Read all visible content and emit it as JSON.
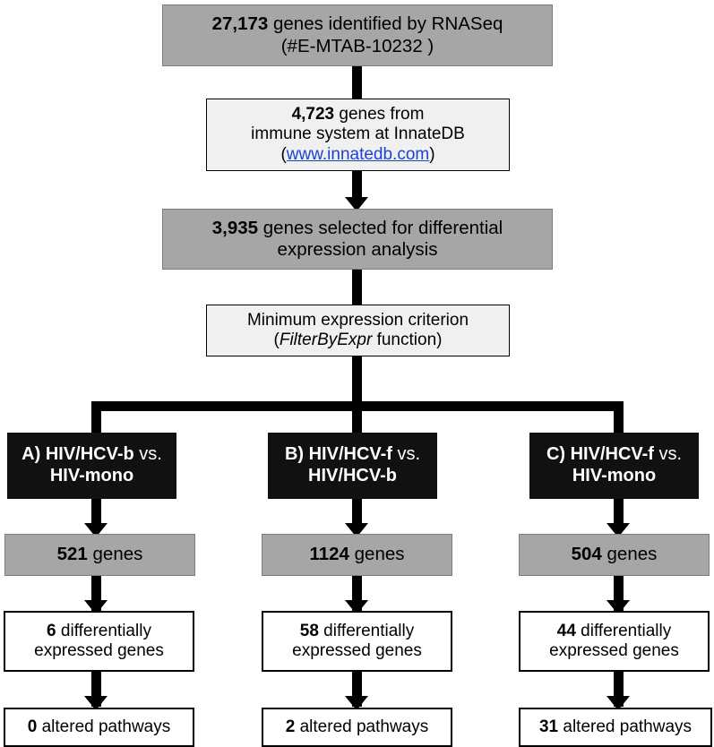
{
  "diagram": {
    "title": "RNASeq differential expression analysis flowchart",
    "colors": {
      "gray_fill": "#a6a6a6",
      "light_fill": "#f0f0f0",
      "black_fill": "#111111",
      "white_fill": "#ffffff",
      "link_color": "#1a44cf",
      "connector": "#000000"
    },
    "nodes": {
      "rnaseq": {
        "count": "27,173",
        "line1_rest": " genes identified by RNASeq",
        "line2": "(#E-MTAB-10232 )"
      },
      "innatedb": {
        "count": "4,723",
        "line1_rest": " genes from",
        "line2": "immune system at InnateDB",
        "link_prefix": "(",
        "link": "www.innatedb.com",
        "link_suffix": ")"
      },
      "selected": {
        "count": "3,935",
        "line1_rest": " genes selected for differential",
        "line2": "expression analysis"
      },
      "filter": {
        "line1": "Minimum expression criterion",
        "paren_open": "(",
        "function_name": "FilterByExpr",
        "line2_rest": " function)"
      }
    },
    "comparisons": [
      {
        "id": "A",
        "label_bold": "A) HIV/HCV-b",
        "label_reg": " vs.",
        "label_line2": "HIV-mono",
        "genes_count": "521",
        "genes_rest": " genes",
        "de_count": "6",
        "de_rest": " differentially",
        "de_line2": "expressed genes",
        "pathways_count": "0",
        "pathways_rest": " altered pathways"
      },
      {
        "id": "B",
        "label_bold": "B) HIV/HCV-f",
        "label_reg": " vs.",
        "label_line2": "HIV/HCV-b",
        "genes_count": "1124",
        "genes_rest": " genes",
        "de_count": "58",
        "de_rest": " differentially",
        "de_line2": "expressed genes",
        "pathways_count": "2",
        "pathways_rest": " altered pathways"
      },
      {
        "id": "C",
        "label_bold": "C) HIV/HCV-f",
        "label_reg": " vs.",
        "label_line2": "HIV-mono",
        "genes_count": "504",
        "genes_rest": " genes",
        "de_count": "44",
        "de_rest": " differentially",
        "de_line2": "expressed genes",
        "pathways_count": "31",
        "pathways_rest": " altered pathways"
      }
    ]
  }
}
